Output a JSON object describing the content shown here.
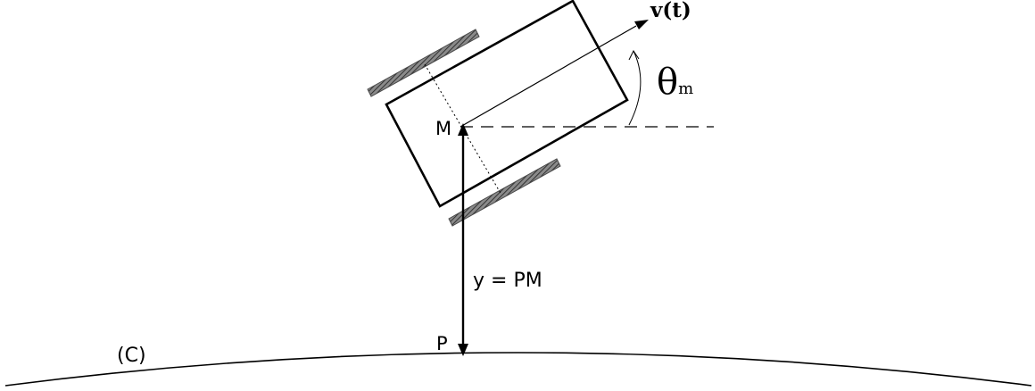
{
  "labels": {
    "velocity": "v(t)",
    "theta_symbol": "θ",
    "theta_subscript": "m",
    "point_m": "M",
    "distance": "y = PM",
    "point_p": "P",
    "curve": "(C)"
  },
  "colors": {
    "ink": "#000000",
    "wheel": "#5a5a5a",
    "background": "#ffffff"
  }
}
